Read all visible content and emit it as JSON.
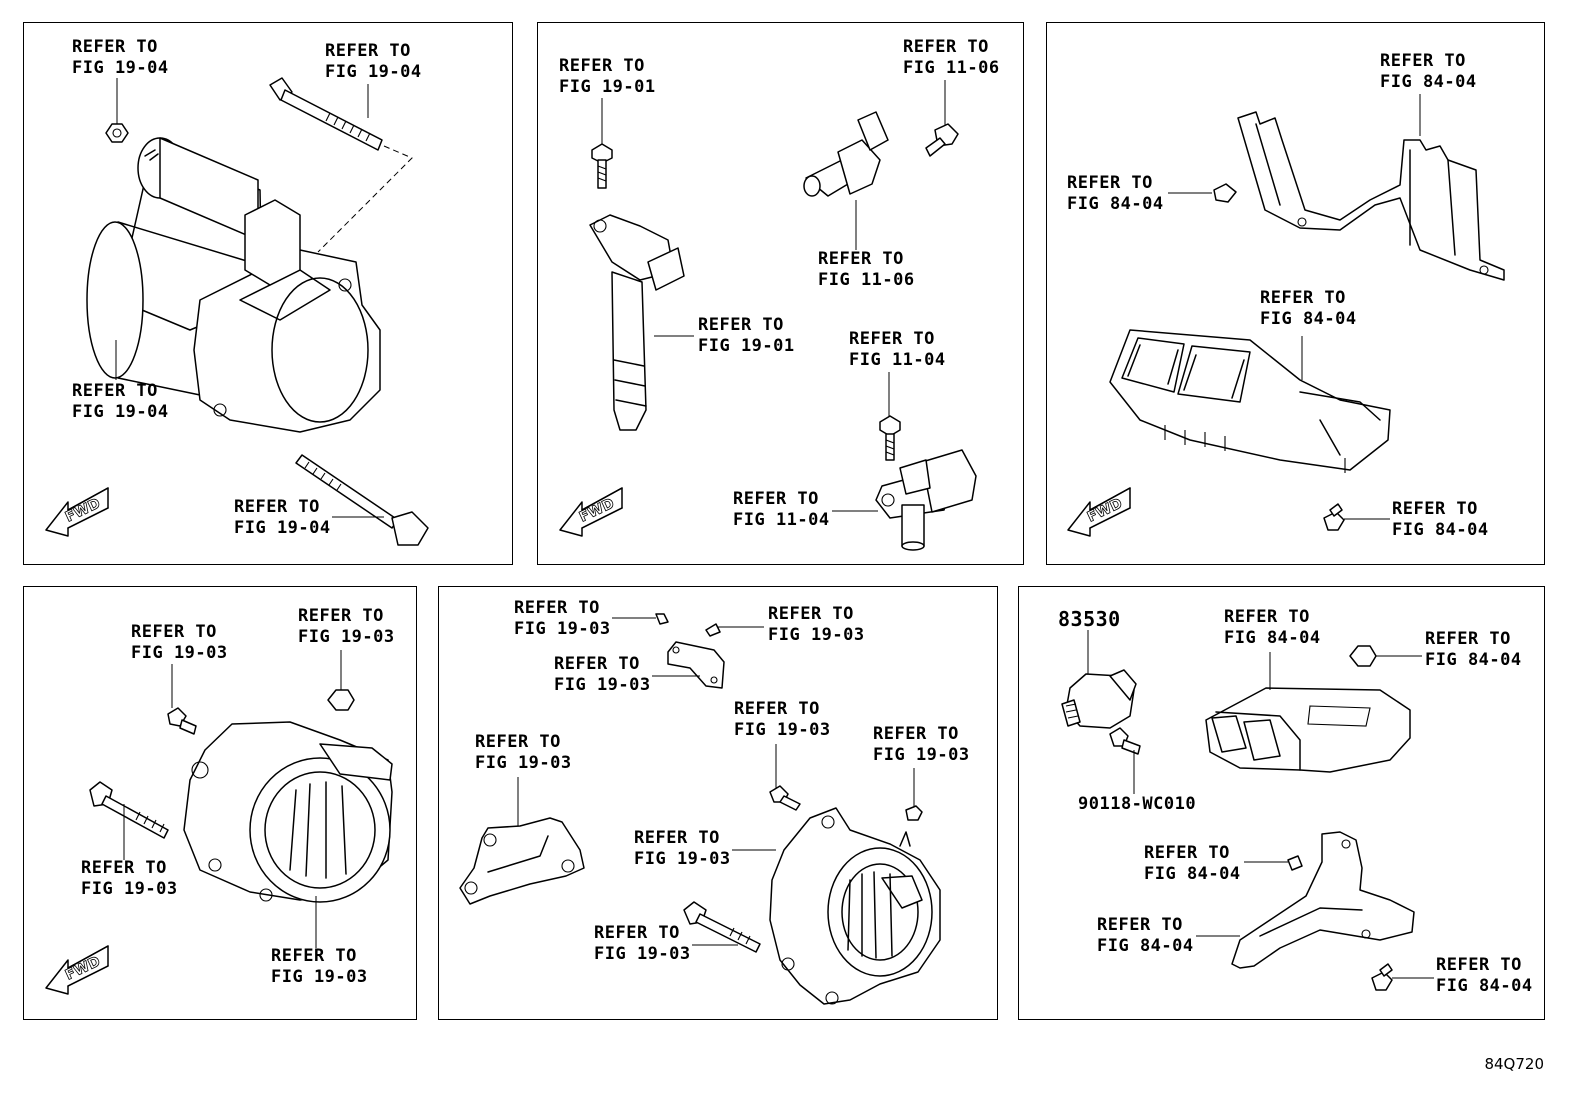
{
  "panels": [
    {
      "name": "starter",
      "labels": [
        {
          "line1": "REFER TO",
          "line2": "FIG 19-04"
        },
        {
          "line1": "REFER TO",
          "line2": "FIG 19-04"
        },
        {
          "line1": "REFER TO",
          "line2": "FIG 19-04"
        },
        {
          "line1": "REFER TO",
          "line2": "FIG 19-04"
        }
      ],
      "fwd": "FWD"
    },
    {
      "name": "ignition-sensors",
      "labels": [
        {
          "line1": "REFER TO",
          "line2": "FIG 19-01"
        },
        {
          "line1": "REFER TO",
          "line2": "FIG 11-06"
        },
        {
          "line1": "REFER TO",
          "line2": "FIG 11-06"
        },
        {
          "line1": "REFER TO",
          "line2": "FIG 19-01"
        },
        {
          "line1": "REFER TO",
          "line2": "FIG 11-04"
        },
        {
          "line1": "REFER TO",
          "line2": "FIG 11-04"
        }
      ],
      "fwd": "FWD"
    },
    {
      "name": "fuse-relay-block",
      "labels": [
        {
          "line1": "REFER TO",
          "line2": "FIG 84-04"
        },
        {
          "line1": "REFER TO",
          "line2": "FIG 84-04"
        },
        {
          "line1": "REFER TO",
          "line2": "FIG 84-04"
        },
        {
          "line1": "REFER TO",
          "line2": "FIG 84-04"
        }
      ],
      "fwd": "FWD"
    },
    {
      "name": "alternator-left",
      "labels": [
        {
          "line1": "REFER TO",
          "line2": "FIG 19-03"
        },
        {
          "line1": "REFER TO",
          "line2": "FIG 19-03"
        },
        {
          "line1": "REFER TO",
          "line2": "FIG 19-03"
        },
        {
          "line1": "REFER TO",
          "line2": "FIG 19-03"
        }
      ],
      "fwd": "FWD"
    },
    {
      "name": "alternator-center",
      "labels": [
        {
          "line1": "REFER TO",
          "line2": "FIG 19-03"
        },
        {
          "line1": "REFER TO",
          "line2": "FIG 19-03"
        },
        {
          "line1": "REFER TO",
          "line2": "FIG 19-03"
        },
        {
          "line1": "REFER TO",
          "line2": "FIG 19-03"
        },
        {
          "line1": "REFER TO",
          "line2": "FIG 19-03"
        },
        {
          "line1": "REFER TO",
          "line2": "FIG 19-03"
        },
        {
          "line1": "REFER TO",
          "line2": "FIG 19-03"
        },
        {
          "line1": "REFER TO",
          "line2": "FIG 19-03"
        }
      ]
    },
    {
      "name": "ecu-switch",
      "part_number": "83530",
      "bolt_number": "90118-WC010",
      "labels": [
        {
          "line1": "REFER TO",
          "line2": "FIG 84-04"
        },
        {
          "line1": "REFER TO",
          "line2": "FIG 84-04"
        },
        {
          "line1": "REFER TO",
          "line2": "FIG 84-04"
        },
        {
          "line1": "REFER TO",
          "line2": "FIG 84-04"
        },
        {
          "line1": "REFER TO",
          "line2": "FIG 84-04"
        }
      ]
    }
  ],
  "catalog_code": "84Q720"
}
